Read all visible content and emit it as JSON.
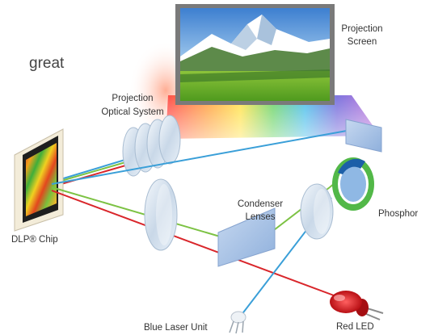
{
  "caption_word": "great",
  "labels": {
    "projection_screen_line1": "Projection",
    "projection_screen_line2": "Screen",
    "projection_optics_line1": "Projection",
    "projection_optics_line2": "Optical System",
    "dlp_chip": "DLP® Chip",
    "condenser_line1": "Condenser",
    "condenser_line2": "Lenses",
    "phosphor": "Phosphor",
    "blue_laser": "Blue Laser Unit",
    "red_led": "Red LED"
  },
  "beam_colors": {
    "blue": "#3a9fd8",
    "green": "#7cc243",
    "red": "#d9262b"
  },
  "icons": [
    "projection-screen",
    "projection-lens",
    "dlp-chip",
    "condenser-lens",
    "phosphor-wheel",
    "blue-laser",
    "red-led"
  ]
}
